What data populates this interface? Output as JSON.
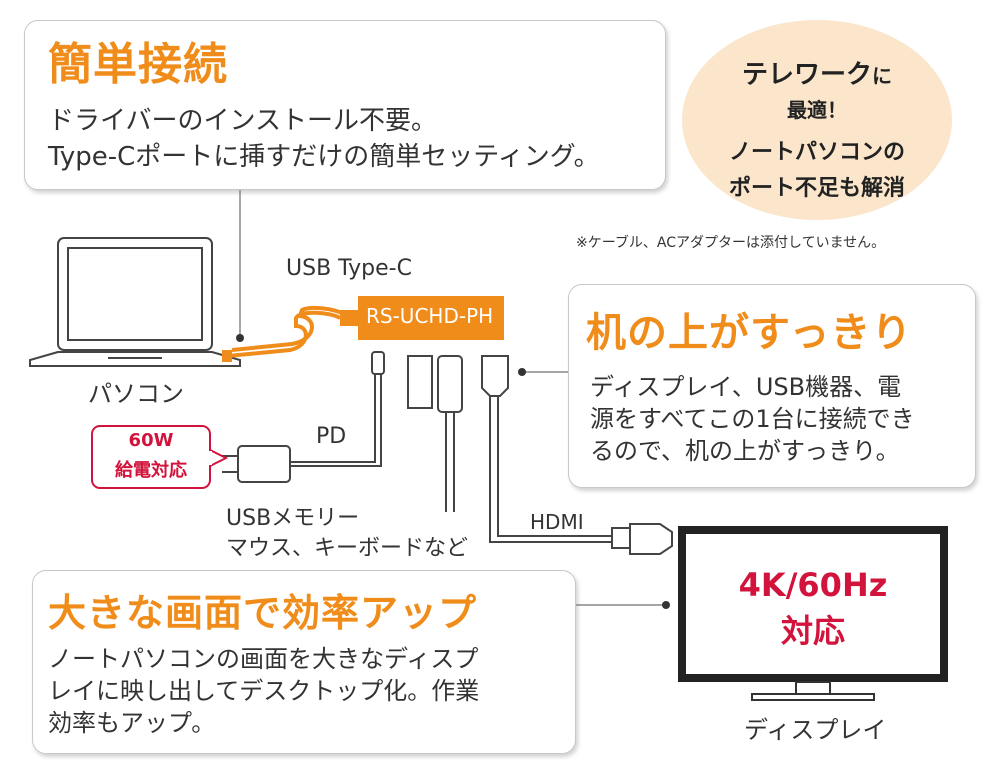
{
  "box_easy": {
    "title": "簡単接続",
    "line1": "ドライバーのインストール不要。",
    "line2": "Type-Cポートに挿すだけの簡単セッティング。"
  },
  "bubble": {
    "line1a": "テレワーク",
    "line1b": "に",
    "line2": "最適！",
    "line3": "ノートパソコンの",
    "line4": "ポート不足も解消"
  },
  "note": "※ケーブル、ACアダプターは添付していません。",
  "labels": {
    "usb_type_c": "USB Type-C",
    "product": "RS-UCHD-PH",
    "laptop": "パソコン",
    "pd": "PD",
    "usb_devices_1": "USBメモリー",
    "usb_devices_2": "マウス、キーボードなど",
    "hdmi": "HDMI",
    "display": "ディスプレイ"
  },
  "badge_power": {
    "line1": "60W",
    "line2": "給電対応"
  },
  "box_desk": {
    "title": "机の上がすっきり",
    "line1": "ディスプレイ、USB機器、電",
    "line2": "源をすべてこの1台に接続でき",
    "line3": "るので、机の上がすっきり。"
  },
  "box_screen": {
    "title": "大きな画面で効率アップ",
    "line1": "ノートパソコンの画面を大きなディスプ",
    "line2": "レイに映し出してデスクトップ化。作業",
    "line3": "効率もアップ。"
  },
  "display_screen": {
    "line1": "4K/60Hz",
    "line2": "対応"
  },
  "colors": {
    "orange": "#f08c1a",
    "red": "#d2143c",
    "bubble": "#fbe6cc",
    "text": "#333333"
  }
}
